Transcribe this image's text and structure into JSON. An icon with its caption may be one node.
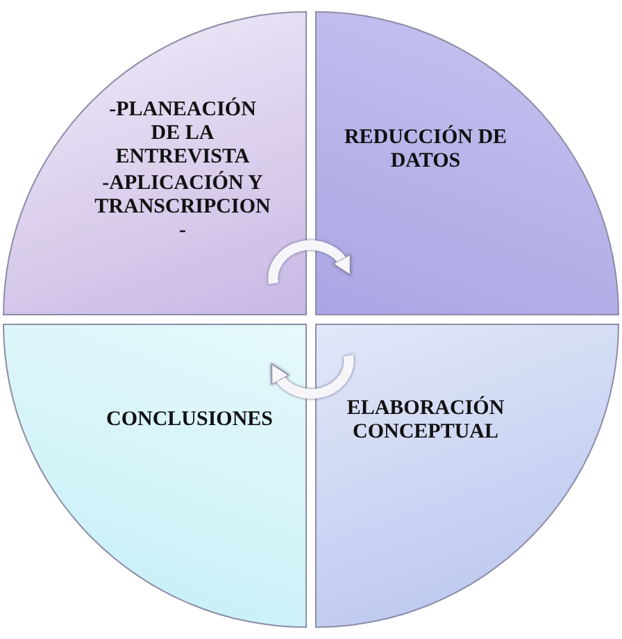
{
  "diagram": {
    "nodes": [
      {
        "text": [
          "-PLANEACIÓN DE LA ENTREVISTA",
          "-APLICACIÓN Y TRANSCRIPCION -"
        ]
      },
      {
        "text": [
          "REDUCCIÓN DE DATOS"
        ]
      },
      {
        "text": [
          "CONCLUSIONES"
        ]
      },
      {
        "text": [
          "ELABORACIÓN CONCEPTUAL"
        ]
      }
    ],
    "edges": [
      {
        "from": 0,
        "to": 1,
        "arrow": "to"
      },
      {
        "from": 3,
        "to": 2,
        "arrow": "to"
      }
    ]
  }
}
